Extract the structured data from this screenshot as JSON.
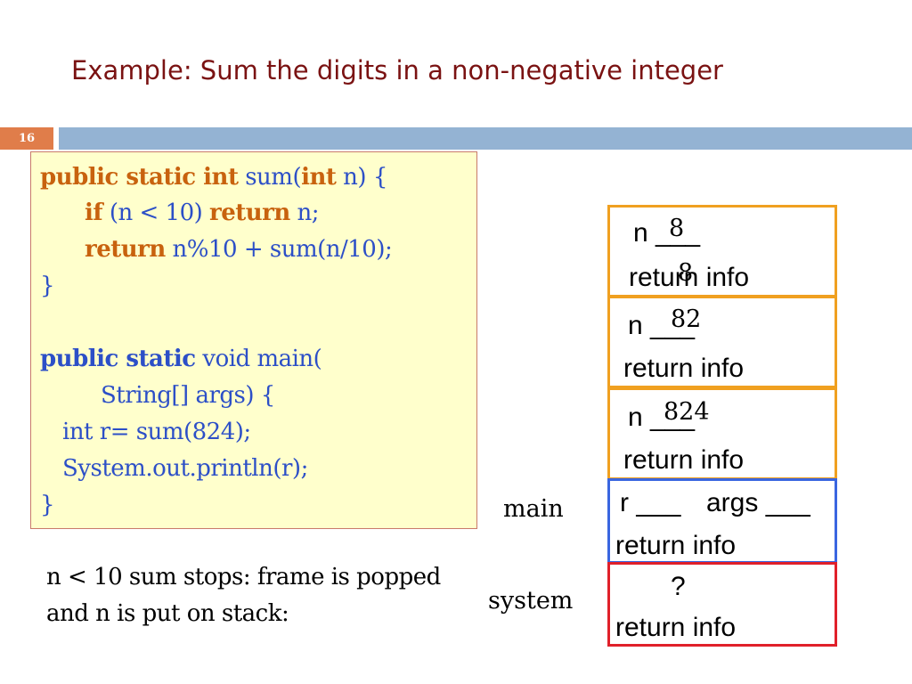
{
  "title": "Example: Sum the digits in a non-negative integer",
  "slide_number": "16",
  "code": {
    "l1_kw1": "public static int",
    "l1_mid": " sum(",
    "l1_kw2": "int",
    "l1_end": " n) {",
    "l2_kw1": "if",
    "l2_mid": " (n < 10) ",
    "l2_kw2": "return",
    "l2_end": " n;",
    "l3_kw": "return",
    "l3_end": " n%10 + sum(n/10);",
    "l4": "}",
    "l5_kw": "public static",
    "l5_end": " void main(",
    "l6": "String[] args) {",
    "l7": "int r= sum(824);",
    "l8": "System.out.println(r);",
    "l9": "}"
  },
  "note": {
    "line1": "n < 10 sum stops: frame is popped",
    "line2": "and n is put on stack:"
  },
  "stack_labels": {
    "main": "main",
    "system": "system"
  },
  "frames": {
    "f1": {
      "var": "n ___",
      "value": "8",
      "return_label": "return info",
      "overlay_value": "8"
    },
    "f2": {
      "var": "n ___",
      "value": "82",
      "return_label": "return info"
    },
    "f3": {
      "var": "n ___",
      "value": "824",
      "return_label": "return info"
    },
    "main": {
      "r_var": "r ___",
      "args_var": "args ___",
      "return_label": "return info"
    },
    "system": {
      "value": "?",
      "return_label": "return info"
    }
  },
  "colors": {
    "orange_frame": "#f0a020",
    "blue_frame": "#3a66e0",
    "red_frame": "#e0202a",
    "title": "#7a1212"
  }
}
